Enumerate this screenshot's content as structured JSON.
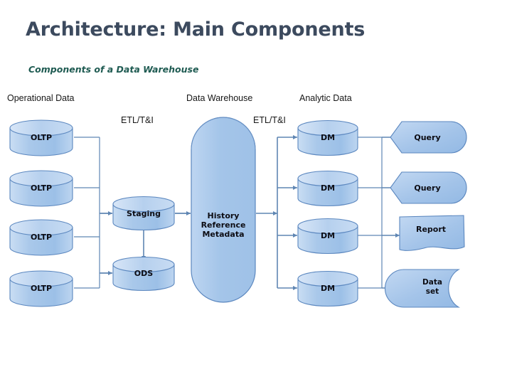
{
  "slide": {
    "title": "Architecture: Main Components",
    "subtitle": "Components of a Data Warehouse"
  },
  "columns": {
    "operational": "Operational Data",
    "warehouse": "Data Warehouse",
    "analytic": "Analytic Data"
  },
  "process_labels": {
    "etl_left": "ETL/T&I",
    "etl_right": "ETL/T&I"
  },
  "colors": {
    "title": "#3c4a5e",
    "subtitle": "#1f5b52",
    "header_text": "#161616",
    "shape_fill_light": "#cfe0f5",
    "shape_fill_mid": "#9dc0e8",
    "shape_stroke": "#5b87bf",
    "connector": "#5f86b3",
    "background": "#ffffff"
  },
  "diagram": {
    "sources": [
      {
        "id": "oltp-1",
        "label": "OLTP",
        "shape": "cylinder"
      },
      {
        "id": "oltp-2",
        "label": "OLTP",
        "shape": "cylinder"
      },
      {
        "id": "oltp-3",
        "label": "OLTP",
        "shape": "cylinder"
      },
      {
        "id": "oltp-4",
        "label": "OLTP",
        "shape": "cylinder"
      }
    ],
    "staging_area": [
      {
        "id": "staging",
        "label": "Staging",
        "shape": "cylinder"
      },
      {
        "id": "ods",
        "label": "ODS",
        "shape": "cylinder"
      }
    ],
    "warehouse_core": {
      "id": "history-core",
      "label": "History\nReference\nMetadata",
      "lines": [
        "History",
        "Reference",
        "Metadata"
      ],
      "shape": "stadium"
    },
    "data_marts": [
      {
        "id": "dm-1",
        "label": "DM",
        "shape": "cylinder"
      },
      {
        "id": "dm-2",
        "label": "DM",
        "shape": "cylinder"
      },
      {
        "id": "dm-3",
        "label": "DM",
        "shape": "cylinder"
      },
      {
        "id": "dm-4",
        "label": "DM",
        "shape": "cylinder"
      }
    ],
    "outputs": [
      {
        "id": "query-1",
        "label": "Query",
        "shape": "arrow-pentagon"
      },
      {
        "id": "query-2",
        "label": "Query",
        "shape": "arrow-pentagon"
      },
      {
        "id": "report",
        "label": "Report",
        "shape": "document"
      },
      {
        "id": "dataset",
        "label": "Data\nset",
        "lines": [
          "Data",
          "set"
        ],
        "shape": "delay-tape"
      }
    ]
  }
}
